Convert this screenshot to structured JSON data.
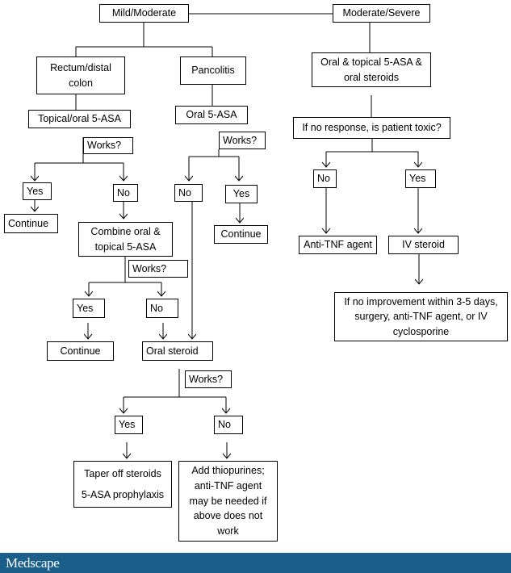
{
  "nodes": {
    "mild_moderate": "Mild/Moderate",
    "moderate_severe": "Moderate/Severe",
    "rectum_distal_colon": "Rectum/distal colon",
    "pancolitis": "Pancolitis",
    "oral_topical_asa_steroids": "Oral & topical 5-ASA & oral steroids",
    "topical_oral_asa": "Topical/oral 5-ASA",
    "oral_asa": "Oral 5-ASA",
    "toxic_question": "If no response, is patient toxic?",
    "works_1": "Works?",
    "works_2": "Works?",
    "works_3": "Works?",
    "works_4": "Works?",
    "yes_1": "Yes",
    "no_1": "No",
    "no_2": "No",
    "yes_2": "Yes",
    "no_toxic": "No",
    "yes_toxic": "Yes",
    "continue_1": "Continue",
    "continue_2": "Continue",
    "continue_3": "Continue",
    "combine_oral_topical": "Combine oral & topical 5-ASA",
    "anti_tnf": "Anti-TNF agent",
    "iv_steroid": "IV steroid",
    "no_improvement": "If no improvement within 3-5 days, surgery, anti-TNF agent, or IV cyclosporine",
    "yes_3": "Yes",
    "no_3": "No",
    "oral_steroid": "Oral steroid",
    "yes_4": "Yes",
    "no_4": "No",
    "taper_off": "Taper off steroids",
    "asa_prophylaxis": "5-ASA prophylaxis",
    "add_thiopurines": "Add thiopurines; anti-TNF agent may be needed if above does not work"
  },
  "footer": {
    "brand": "Medscape"
  }
}
